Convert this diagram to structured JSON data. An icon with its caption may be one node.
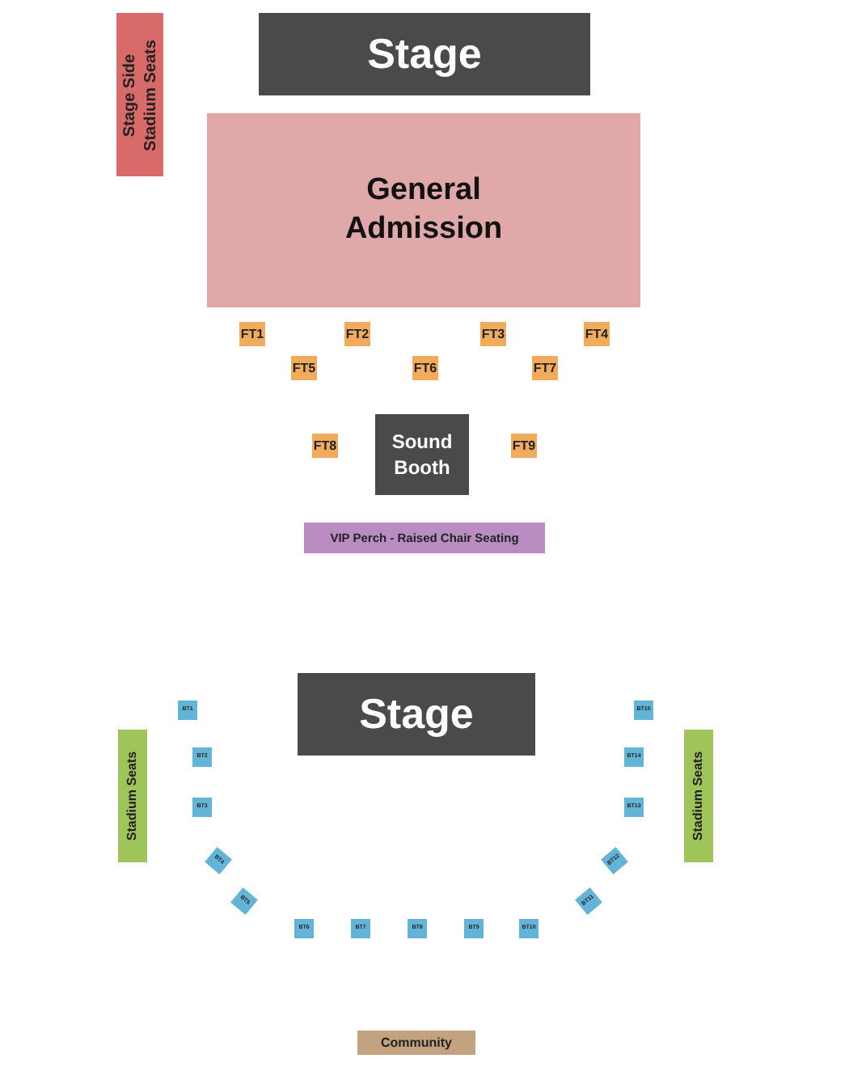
{
  "diagram": {
    "nodes": [
      {
        "text": [
          "Stage"
        ]
      },
      {
        "text": [
          "Stage Side Stadium Seats"
        ]
      },
      {
        "text": [
          "General Admission"
        ]
      },
      {
        "text": [
          "FT1"
        ]
      },
      {
        "text": [
          "FT2"
        ]
      },
      {
        "text": [
          "FT3"
        ]
      },
      {
        "text": [
          "FT4"
        ]
      },
      {
        "text": [
          "FT5"
        ]
      },
      {
        "text": [
          "FT6"
        ]
      },
      {
        "text": [
          "FT7"
        ]
      },
      {
        "text": [
          "FT8"
        ]
      },
      {
        "text": [
          "Sound Booth"
        ]
      },
      {
        "text": [
          "FT9"
        ]
      },
      {
        "text": [
          "VIP Perch - Raised Chair Seating"
        ]
      },
      {
        "text": [
          "Stage"
        ]
      },
      {
        "text": [
          "Stadium Seats"
        ]
      },
      {
        "text": [
          "Stadium Seats"
        ]
      },
      {
        "text": [
          "BT1"
        ]
      },
      {
        "text": [
          "BT2"
        ]
      },
      {
        "text": [
          "BT3"
        ]
      },
      {
        "text": [
          "BT4"
        ]
      },
      {
        "text": [
          "BT5"
        ]
      },
      {
        "text": [
          "BT6"
        ]
      },
      {
        "text": [
          "BT7"
        ]
      },
      {
        "text": [
          "BT8"
        ]
      },
      {
        "text": [
          "BT9"
        ]
      },
      {
        "text": [
          "BT10"
        ]
      },
      {
        "text": [
          "BT11"
        ]
      },
      {
        "text": [
          "BT12"
        ]
      },
      {
        "text": [
          "BT13"
        ]
      },
      {
        "text": [
          "BT14"
        ]
      },
      {
        "text": [
          "BT15"
        ]
      },
      {
        "text": [
          "Community"
        ]
      }
    ]
  }
}
